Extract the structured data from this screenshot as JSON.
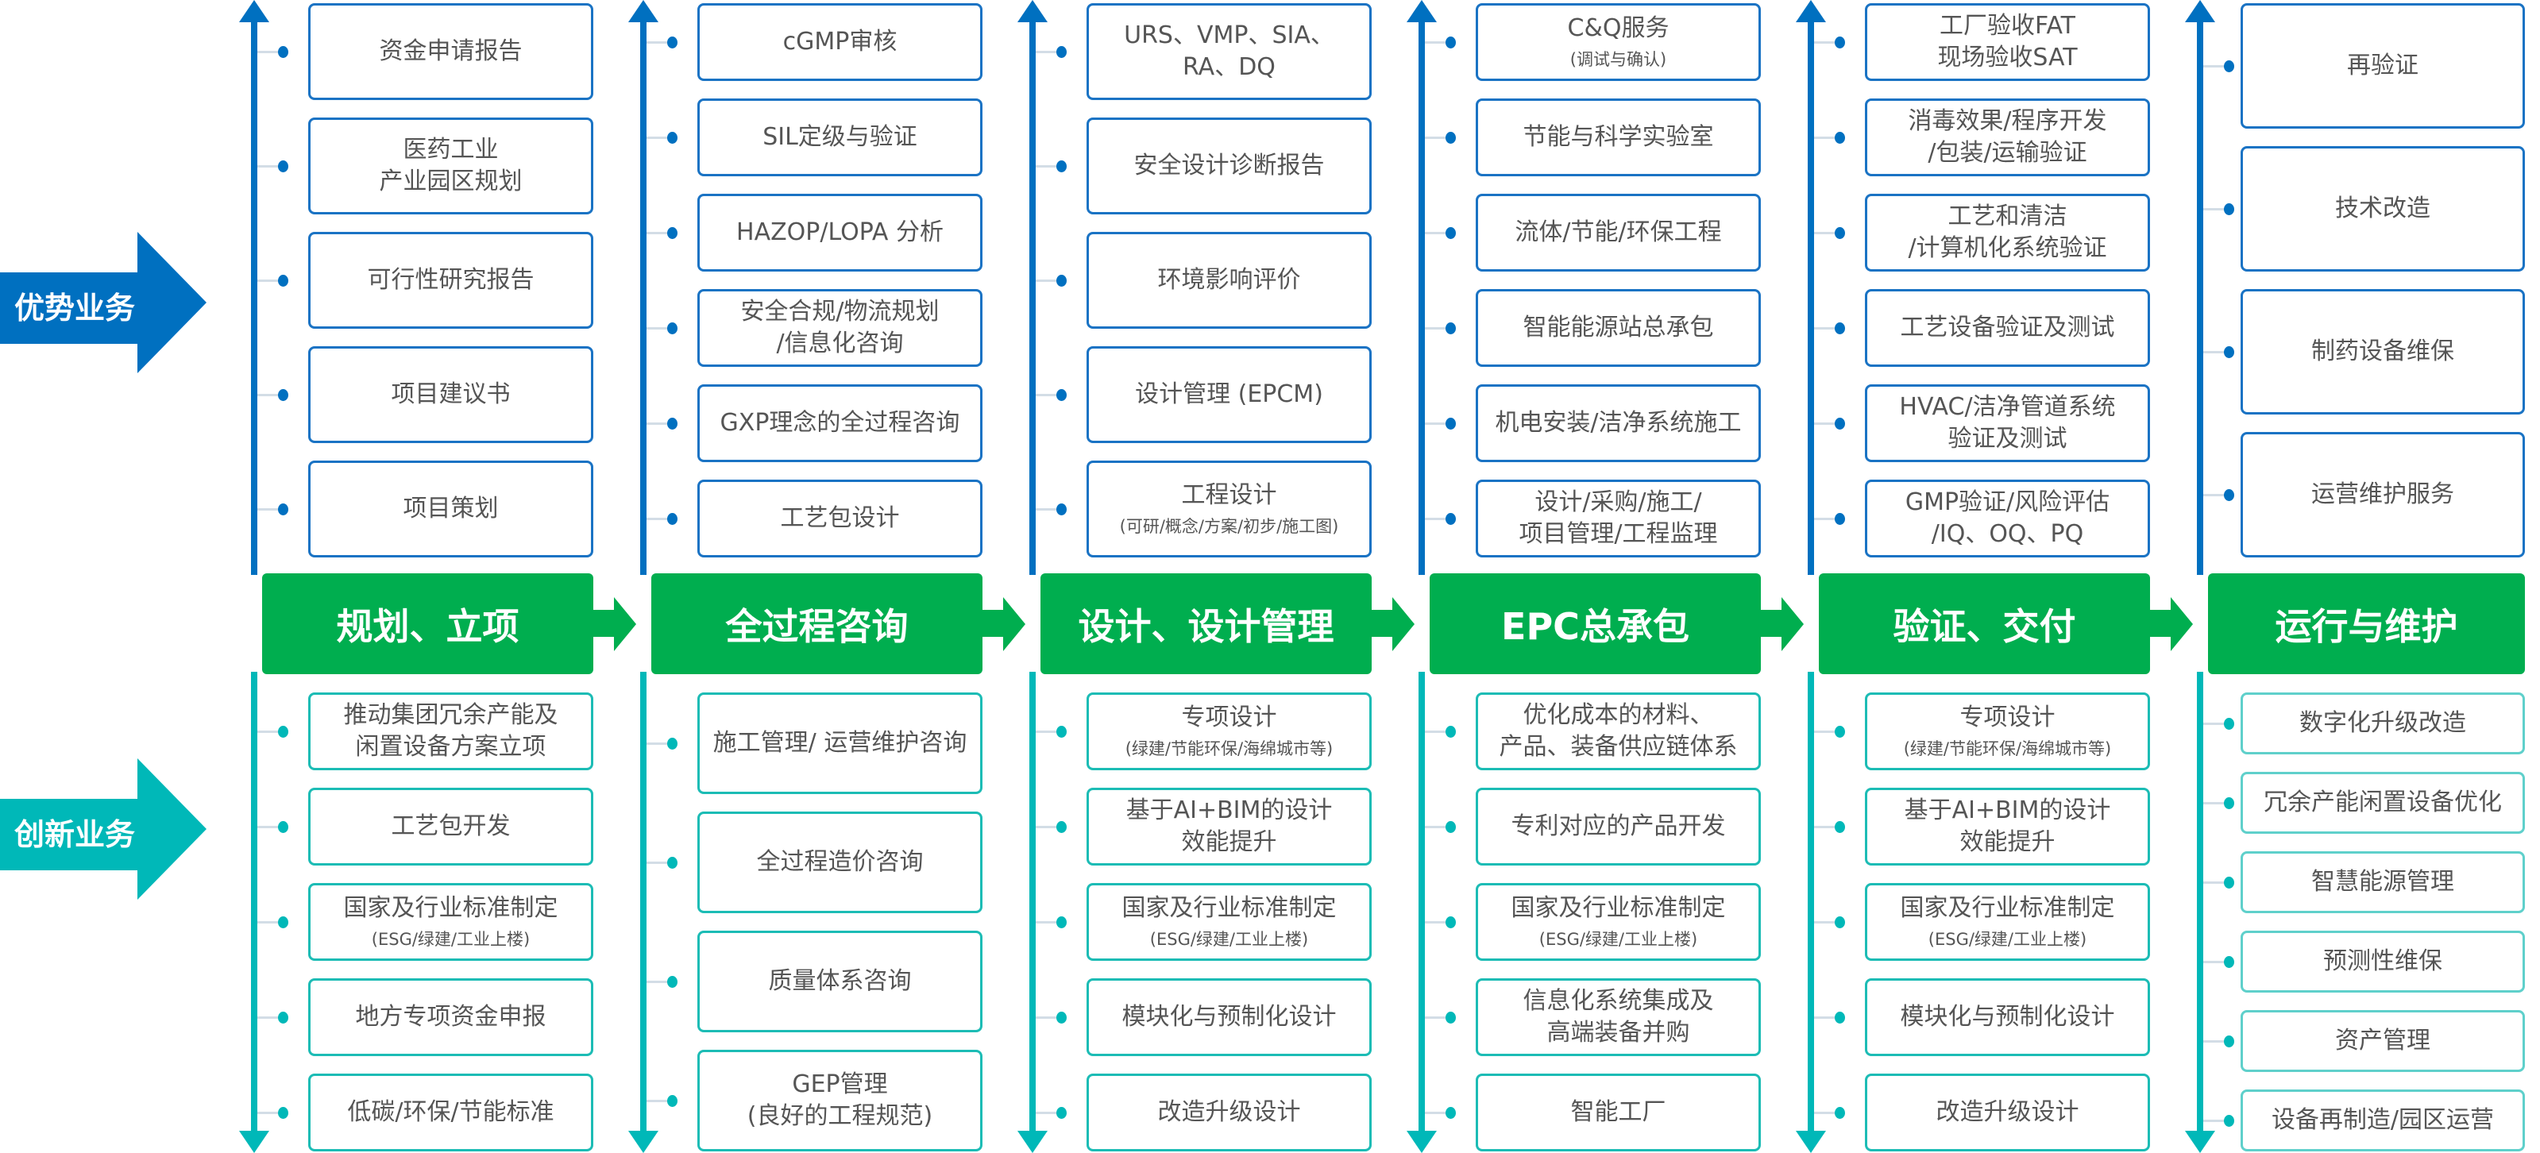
{
  "side_labels": {
    "advantage": "优势业务",
    "innovation": "创新业务"
  },
  "colors": {
    "blue": "#0070c0",
    "teal": "#00b8b8",
    "green": "#00ae4f"
  },
  "stages": [
    {
      "title": "规划、立项",
      "top": [
        {
          "text": "资金申请报告"
        },
        {
          "text": "医药工业\n产业园区规划"
        },
        {
          "text": "可行性研究报告"
        },
        {
          "text": "项目建议书"
        },
        {
          "text": "项目策划"
        }
      ],
      "bottom": [
        {
          "text": "推动集团冗余产能及\n闲置设备方案立项"
        },
        {
          "text": "工艺包开发"
        },
        {
          "text": "国家及行业标准制定",
          "sub": "(ESG/绿建/工业上楼)"
        },
        {
          "text": "地方专项资金申报"
        },
        {
          "text": "低碳/环保/节能标准"
        }
      ]
    },
    {
      "title": "全过程咨询",
      "top": [
        {
          "text": "cGMP审核"
        },
        {
          "text": "SIL定级与验证"
        },
        {
          "text": "HAZOP/LOPA 分析"
        },
        {
          "text": "安全合规/物流规划\n/信息化咨询"
        },
        {
          "text": "GXP理念的全过程咨询"
        },
        {
          "text": "工艺包设计"
        }
      ],
      "bottom": [
        {
          "text": "施工管理/ 运营维护咨询"
        },
        {
          "text": "全过程造价咨询"
        },
        {
          "text": "质量体系咨询"
        },
        {
          "text": "GEP管理\n(良好的工程规范)"
        }
      ]
    },
    {
      "title": "设计、设计管理",
      "top": [
        {
          "text": "URS、VMP、SIA、\nRA、DQ"
        },
        {
          "text": "安全设计诊断报告"
        },
        {
          "text": "环境影响评价"
        },
        {
          "text": "设计管理 (EPCM)"
        },
        {
          "text": "工程设计",
          "sub": "(可研/概念/方案/初步/施工图)"
        }
      ],
      "bottom": [
        {
          "text": "专项设计",
          "sub": "(绿建/节能环保/海绵城市等)"
        },
        {
          "text": "基于AI+BIM的设计\n效能提升"
        },
        {
          "text": "国家及行业标准制定",
          "sub": "(ESG/绿建/工业上楼)"
        },
        {
          "text": "模块化与预制化设计"
        },
        {
          "text": "改造升级设计"
        }
      ]
    },
    {
      "title": "EPC总承包",
      "top": [
        {
          "text": "C&Q服务",
          "sub": "(调试与确认)"
        },
        {
          "text": "节能与科学实验室"
        },
        {
          "text": "流体/节能/环保工程"
        },
        {
          "text": "智能能源站总承包"
        },
        {
          "text": "机电安装/洁净系统施工"
        },
        {
          "text": "设计/采购/施工/\n项目管理/工程监理"
        }
      ],
      "bottom": [
        {
          "text": "优化成本的材料、\n产品、装备供应链体系"
        },
        {
          "text": "专利对应的产品开发"
        },
        {
          "text": "国家及行业标准制定",
          "sub": "(ESG/绿建/工业上楼)"
        },
        {
          "text": "信息化系统集成及\n高端装备并购"
        },
        {
          "text": "智能工厂"
        }
      ]
    },
    {
      "title": "验证、交付",
      "top": [
        {
          "text": "工厂验收FAT\n现场验收SAT"
        },
        {
          "text": "消毒效果/程序开发\n/包装/运输验证"
        },
        {
          "text": "工艺和清洁\n/计算机化系统验证"
        },
        {
          "text": "工艺设备验证及测试"
        },
        {
          "text": "HVAC/洁净管道系统\n验证及测试"
        },
        {
          "text": "GMP验证/风险评估\n/IQ、OQ、PQ"
        }
      ],
      "bottom": [
        {
          "text": "专项设计",
          "sub": "(绿建/节能环保/海绵城市等)"
        },
        {
          "text": "基于AI+BIM的设计\n效能提升"
        },
        {
          "text": "国家及行业标准制定",
          "sub": "(ESG/绿建/工业上楼)"
        },
        {
          "text": "模块化与预制化设计"
        },
        {
          "text": "改造升级设计"
        }
      ]
    },
    {
      "title": "运行与维护",
      "top": [
        {
          "text": "再验证"
        },
        {
          "text": "技术改造"
        },
        {
          "text": "制药设备维保"
        },
        {
          "text": "运营维护服务"
        }
      ],
      "bottom": [
        {
          "text": "数字化升级改造"
        },
        {
          "text": "冗余产能闲置设备优化"
        },
        {
          "text": "智慧能源管理"
        },
        {
          "text": "预测性维保"
        },
        {
          "text": "资产管理"
        },
        {
          "text": "设备再制造/园区运营"
        }
      ]
    }
  ]
}
